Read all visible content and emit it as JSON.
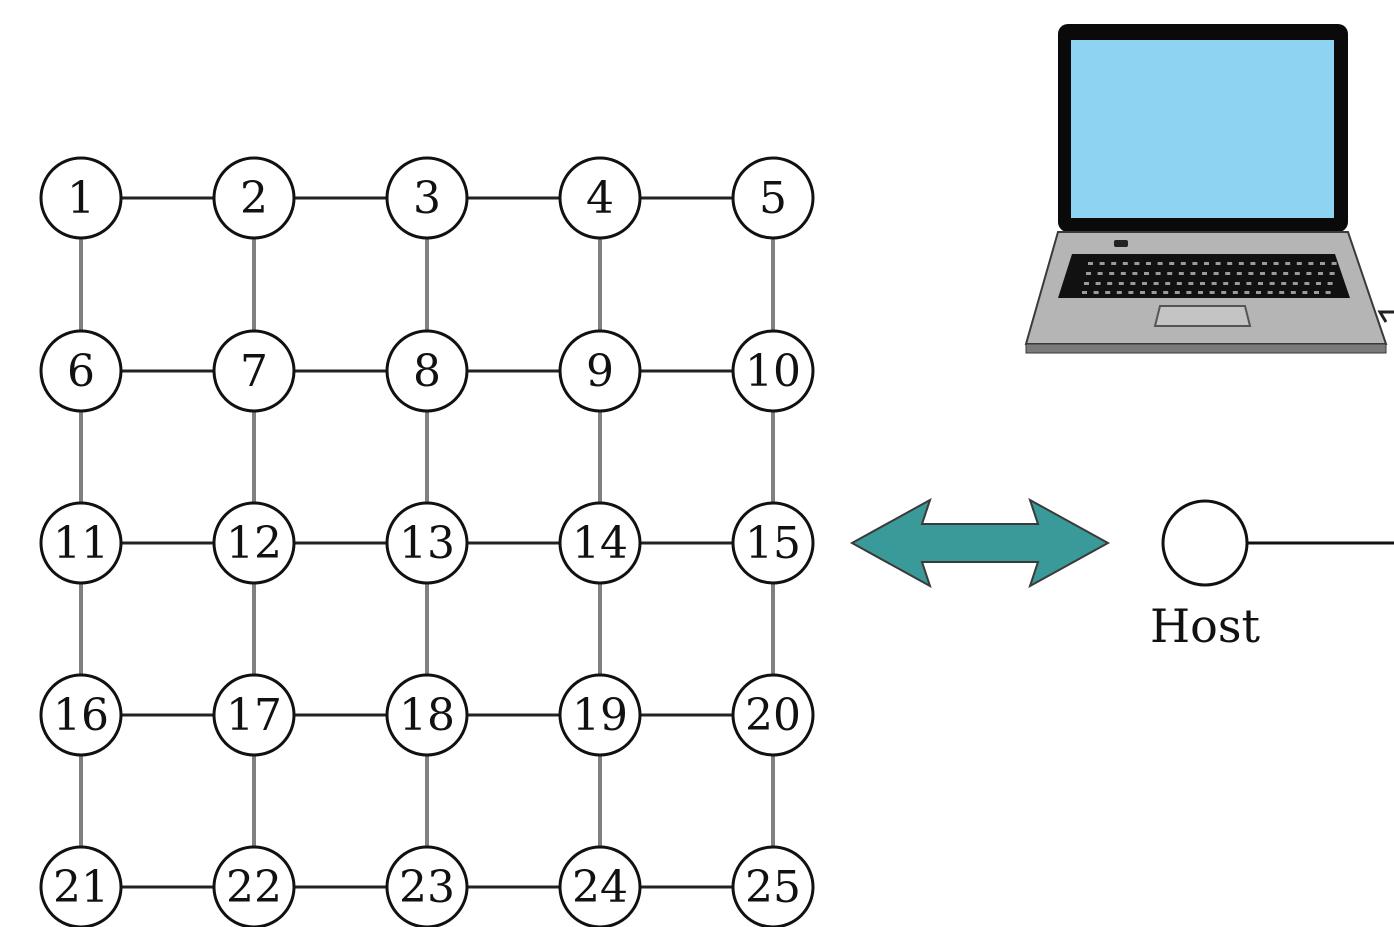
{
  "diagram": {
    "grid": {
      "rows": 5,
      "cols": 5,
      "nodes": [
        "1",
        "2",
        "3",
        "4",
        "5",
        "6",
        "7",
        "8",
        "9",
        "10",
        "11",
        "12",
        "13",
        "14",
        "15",
        "16",
        "17",
        "18",
        "19",
        "20",
        "21",
        "22",
        "23",
        "24",
        "25"
      ]
    },
    "host": {
      "label": "Host"
    },
    "colors": {
      "arrow_fill": "#3a9a99",
      "edge": "#808080",
      "node_stroke": "#111111",
      "laptop_screen": "#8fd3f3",
      "laptop_body": "#b5b5b5"
    }
  }
}
